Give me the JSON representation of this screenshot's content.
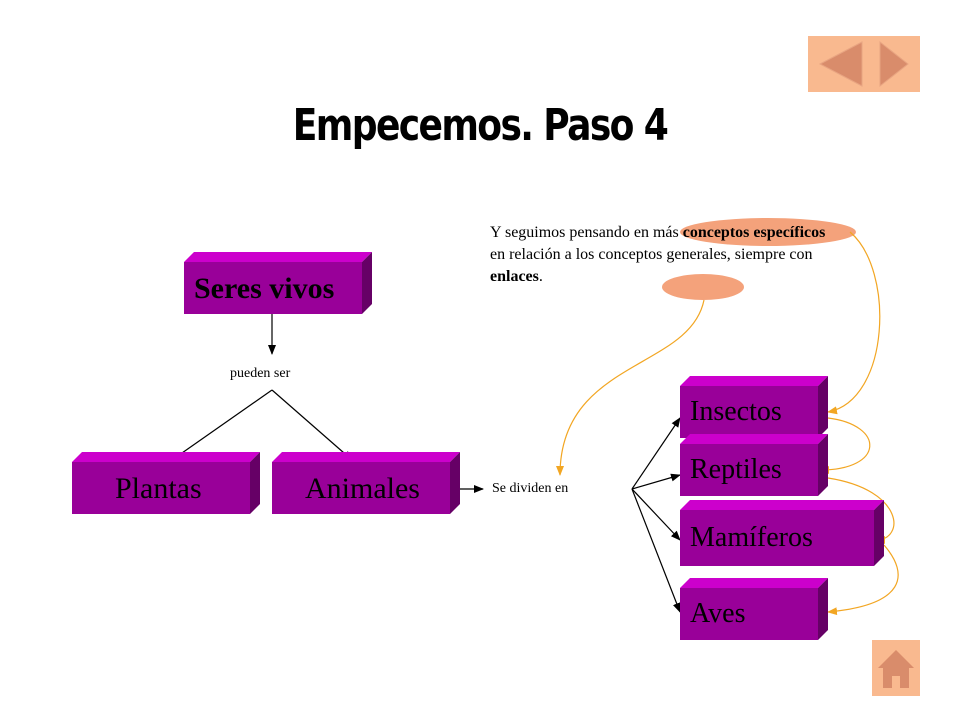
{
  "title": "Empecemos. Paso 4",
  "nav": {
    "prev_icon": "triangle-left-icon",
    "next_icon": "triangle-right-icon",
    "home_icon": "home-icon"
  },
  "colors": {
    "box_front": "#990099",
    "box_top": "#cc00cc",
    "box_side": "#660066",
    "nav_bg": "#f9b98f",
    "highlight": "#f4a27b",
    "curve": "#f2a623"
  },
  "concepts": {
    "seres_vivos": "Seres vivos",
    "plantas": "Plantas",
    "animales": "Animales",
    "insectos": "Insectos",
    "reptiles": "Reptiles",
    "mamiferos": "Mamíferos",
    "aves": "Aves"
  },
  "links": {
    "pueden_ser": "pueden ser",
    "se_dividen_en": "Se dividen en"
  },
  "paragraph": {
    "part1": "Y seguimos pensando en más ",
    "bold1": "conceptos específicos",
    "part2": " en relación a los conceptos generales, siempre con ",
    "bold2": "enlaces",
    "part3": "."
  }
}
